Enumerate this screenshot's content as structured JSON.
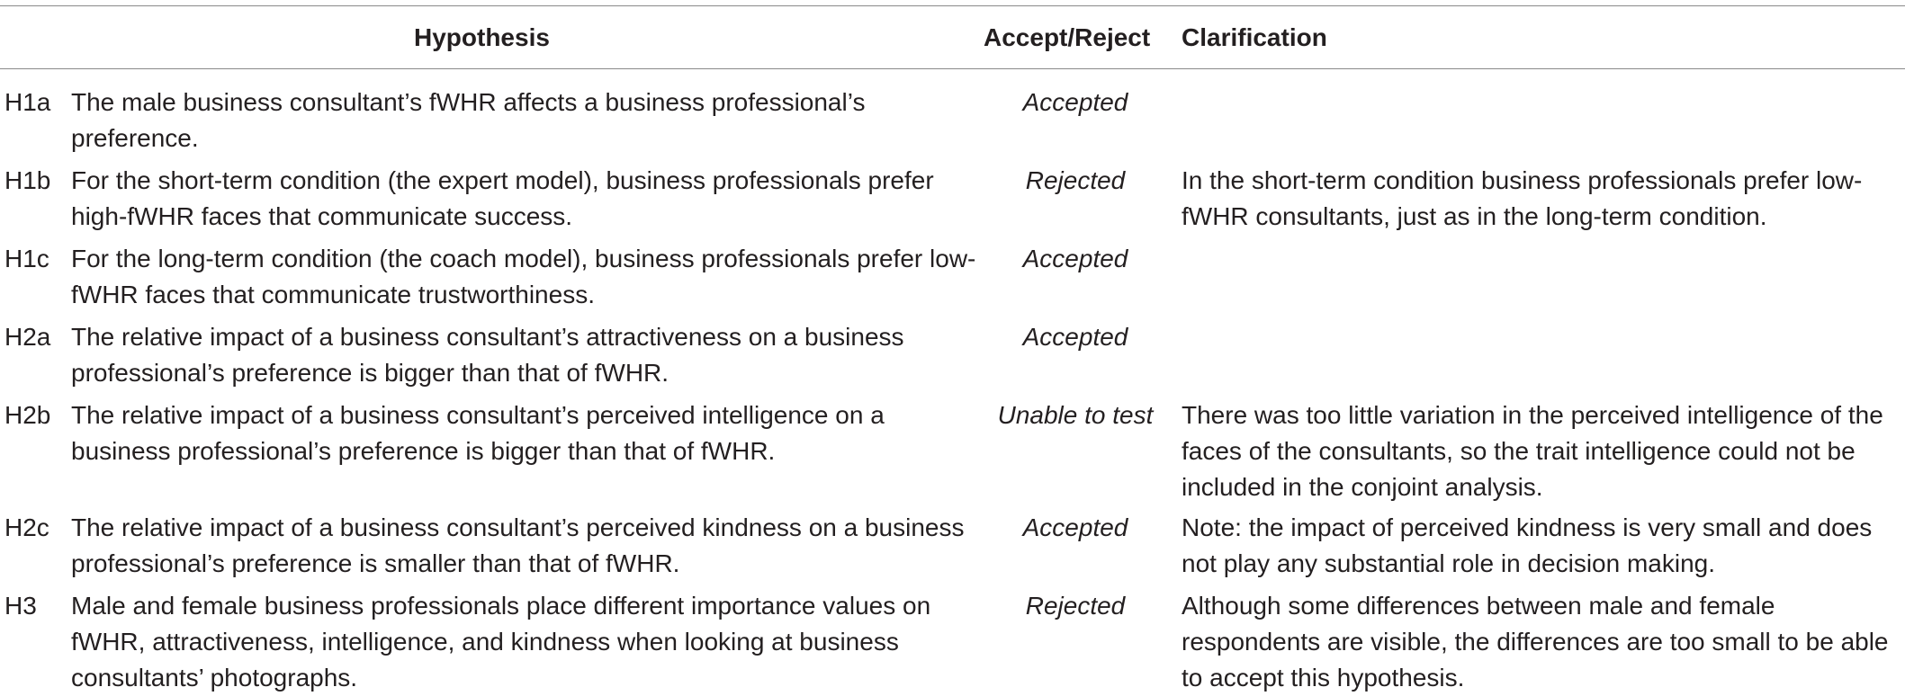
{
  "table": {
    "headers": {
      "hypothesis": "Hypothesis",
      "accept_reject": "Accept/Reject",
      "clarification": "Clarification"
    },
    "rows": [
      {
        "id": "H1a",
        "hypothesis": "The male business consultant’s fWHR affects a business professional’s preference.",
        "result": "Accepted",
        "clarification": ""
      },
      {
        "id": "H1b",
        "hypothesis": "For the short-term condition (the expert model), business professionals prefer high-fWHR faces that communicate success.",
        "result": "Rejected",
        "clarification": "In the short-term condition business professionals prefer low-fWHR consultants, just as in the long-term condition."
      },
      {
        "id": "H1c",
        "hypothesis": "For the long-term condition (the coach model), business professionals prefer low-fWHR faces that communicate trustworthiness.",
        "result": "Accepted",
        "clarification": ""
      },
      {
        "id": "H2a",
        "hypothesis": "The relative impact of a business consultant’s attractiveness on a business professional’s preference is bigger than that of fWHR.",
        "result": "Accepted",
        "clarification": ""
      },
      {
        "id": "H2b",
        "hypothesis": "The relative impact of a business consultant’s perceived intelligence on a business professional’s preference is bigger than that of fWHR.",
        "result": "Unable to test",
        "clarification": "There was too little variation in the perceived intelligence of the faces of the consultants, so the trait intelligence could not be included in the conjoint analysis."
      },
      {
        "id": "H2c",
        "hypothesis": "The relative impact of a business consultant’s perceived kindness on a business professional’s preference is smaller than that of fWHR.",
        "result": "Accepted",
        "clarification": "Note: the impact of perceived kindness is very small and does not play any substantial role in decision making."
      },
      {
        "id": "H3",
        "hypothesis": "Male and female business professionals place different importance values on fWHR, attractiveness, intelligence, and kindness when looking at business consultants’ photographs.",
        "result": "Rejected",
        "clarification": "Although some differences between male and female respondents are visible, the differences are too small to be able to accept this hypothesis."
      }
    ]
  }
}
